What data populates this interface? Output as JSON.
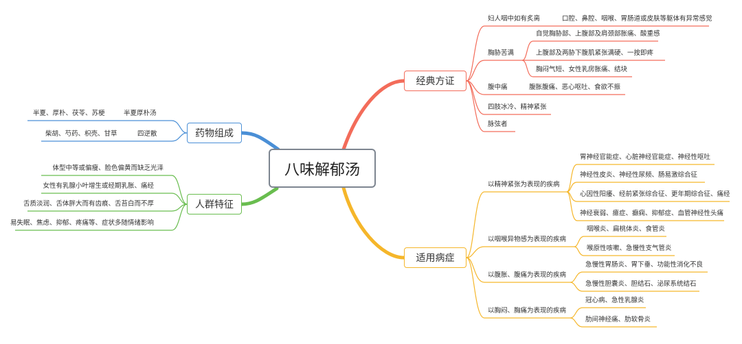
{
  "root": {
    "label": "八味解郁汤"
  },
  "colors": {
    "classic": "#f36c5a",
    "herbs": "#4a8fd6",
    "population": "#69bd4f",
    "indications": "#f5b62a"
  },
  "branches": {
    "classic": {
      "label": "经典方证",
      "items": [
        {
          "label": "妇人咽中如有炙脔",
          "children": [
            {
              "label": "口腔、鼻腔、咽喉、胃肠道或皮肤等躯体有异常感觉"
            }
          ]
        },
        {
          "label": "胸胁苦满",
          "children": [
            {
              "label": "自觉胸胁部、上腹部及肩颈部胀痛、酸重感"
            },
            {
              "label": "上腹部及两胁下腹肌紧张满硬、一按即疼"
            },
            {
              "label": "胸闷气短、女性乳房胀痛、结块"
            }
          ]
        },
        {
          "label": "腹中痛",
          "children": [
            {
              "label": "腹胀腹痛、恶心呕吐、食欲不振"
            }
          ]
        },
        {
          "label": "四肢冰冷、精神紧张",
          "children": []
        },
        {
          "label": "脉弦者",
          "children": []
        }
      ]
    },
    "herbs": {
      "label": "药物组成",
      "items": [
        {
          "label": "半夏厚朴汤",
          "children": [
            {
              "label": "半夏、厚朴、茯苓、苏梗"
            }
          ]
        },
        {
          "label": "四逆散",
          "children": [
            {
              "label": "柴胡、芍药、枳壳、甘草"
            }
          ]
        }
      ]
    },
    "population": {
      "label": "人群特征",
      "items": [
        {
          "label": "体型中等或偏瘦、脸色偏黄而缺乏光泽"
        },
        {
          "label": "女性有乳腺小叶增生或经期乳胀、痛经"
        },
        {
          "label": "舌质淡润、舌体胖大而有齿痕、舌苔白而不厚"
        },
        {
          "label": "易失眠、焦虑、抑郁、疼痛等、症状多随情绪影响"
        }
      ]
    },
    "indications": {
      "label": "适用病症",
      "items": [
        {
          "label": "以精神紧张为表现的疾病",
          "children": [
            {
              "label": "胃神经官能症、心脏神经官能症、神经性呕吐"
            },
            {
              "label": "神经性皮炎、神经性尿频、肠易激综合征"
            },
            {
              "label": "心因性阳痿、经前紧张综合征、更年期综合征、痛经"
            },
            {
              "label": "神经衰弱、癔症、癫痫、抑郁症、血管神经性头痛"
            }
          ]
        },
        {
          "label": "以咽喉异物感为表现的疾病",
          "children": [
            {
              "label": "咽喉炎、扁桃体炎、食管炎"
            },
            {
              "label": "喉原性咳嗽、急慢性支气管炎"
            }
          ]
        },
        {
          "label": "以腹胀、腹痛为表现的疾病",
          "children": [
            {
              "label": "急慢性胃肠炎、胃下垂、功能性消化不良"
            },
            {
              "label": "急慢性胆囊炎、胆结石、泌尿系统结石"
            }
          ]
        },
        {
          "label": "以胸闷、胸痛为表现的疾病",
          "children": [
            {
              "label": "冠心病、急性乳腺炎"
            },
            {
              "label": "肋间神经痛、肋软骨炎"
            }
          ]
        }
      ]
    }
  }
}
